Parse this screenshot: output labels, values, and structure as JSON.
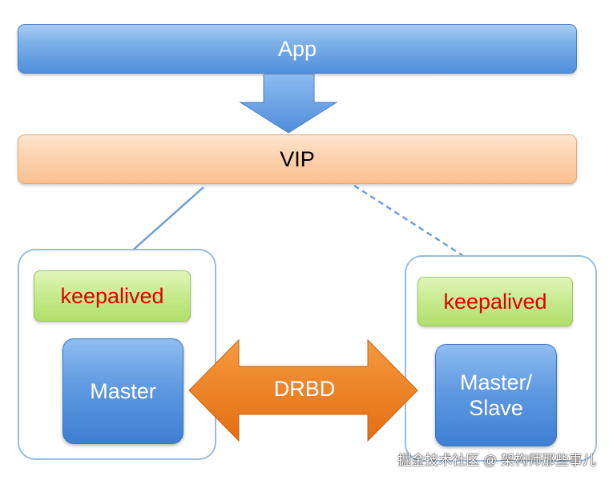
{
  "app": {
    "label": "App"
  },
  "vip": {
    "label": "VIP"
  },
  "left_node": {
    "keepalived": "keepalived",
    "server": "Master"
  },
  "right_node": {
    "keepalived": "keepalived",
    "server_line1": "Master/",
    "server_line2": "Slave"
  },
  "link": {
    "label": "DRBD"
  },
  "watermark": "掘金技术社区 @ 架构师那些事儿",
  "colors": {
    "app_bar": "#5f9de0",
    "vip_bar": "#fbc89c",
    "keepalived_box": "#c4e98a",
    "keepalived_text": "#e00000",
    "server_box": "#5b97e0",
    "drbd_arrow": "#ec7d1e",
    "down_arrow": "#6aa3e6",
    "connector": "#6f9fd6"
  }
}
